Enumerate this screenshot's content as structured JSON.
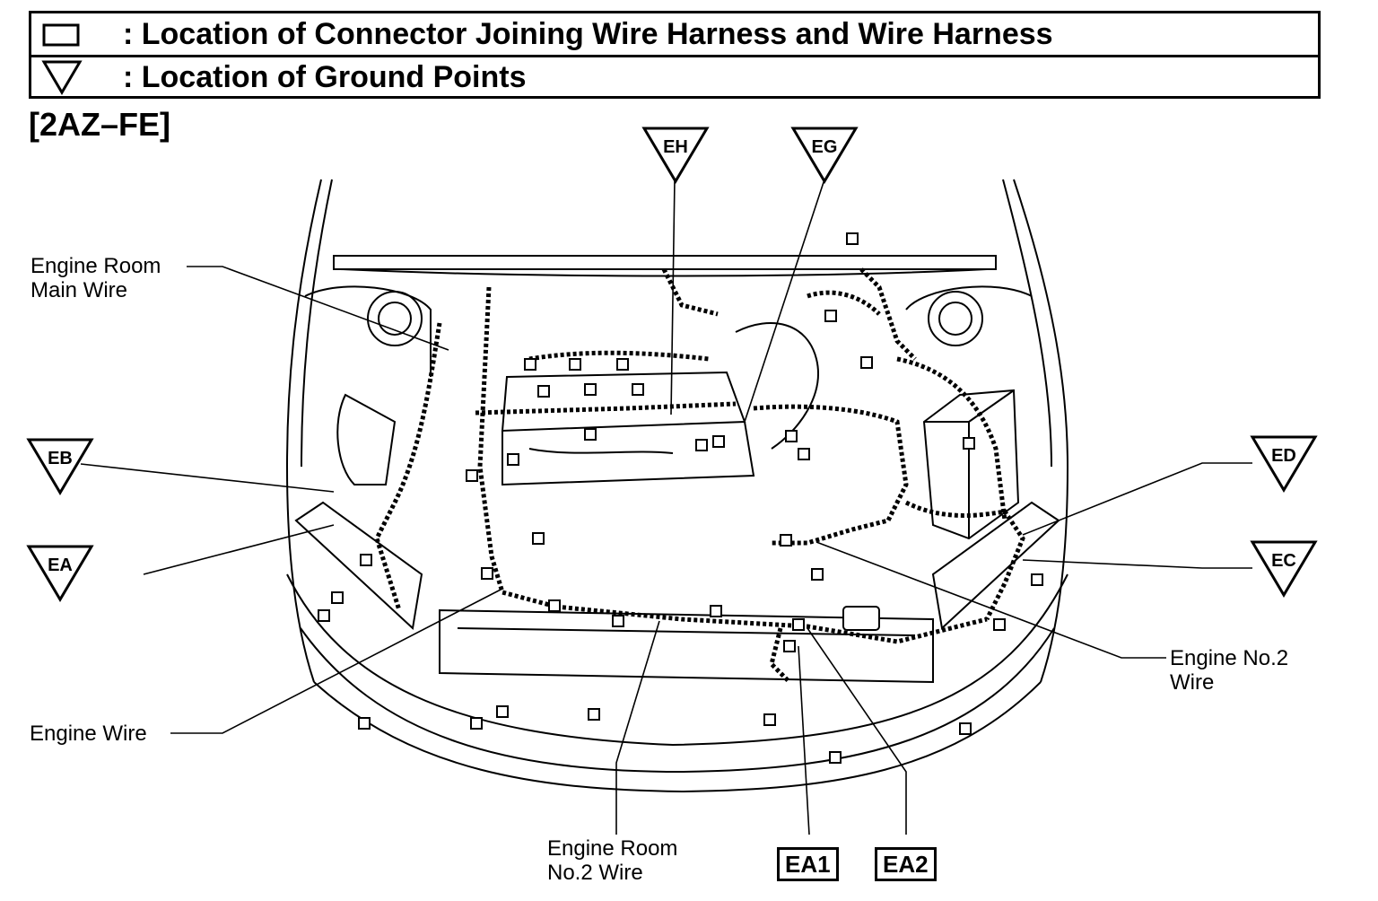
{
  "legend": {
    "connector_text": ": Location of Connector Joining Wire Harness and Wire Harness",
    "ground_text": ": Location of Ground Points",
    "connector_symbol": "rectangle-icon",
    "ground_symbol": "triangle-down-icon"
  },
  "engine_code": "[2AZ–FE]",
  "labels": {
    "engine_room_main_wire": "Engine Room\nMain Wire",
    "engine_wire": "Engine Wire",
    "engine_room_no2_wire": "Engine Room\nNo.2 Wire",
    "engine_no2_wire": "Engine No.2\nWire"
  },
  "ground_points": [
    "EH",
    "EG",
    "EB",
    "EA",
    "ED",
    "EC"
  ],
  "connectors": [
    "EA1",
    "EA2"
  ]
}
